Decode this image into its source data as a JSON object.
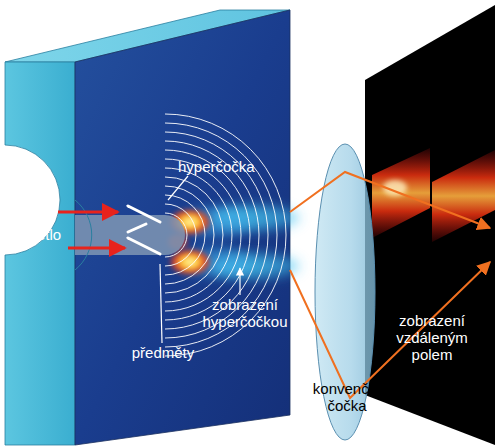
{
  "diagram": {
    "labels": [
      "hyperčočka",
      "světlo",
      "zobrazení hyperčočkou",
      "předměty",
      "zobrazení vzdáleným polem",
      "konvenční čočka"
    ]
  }
}
